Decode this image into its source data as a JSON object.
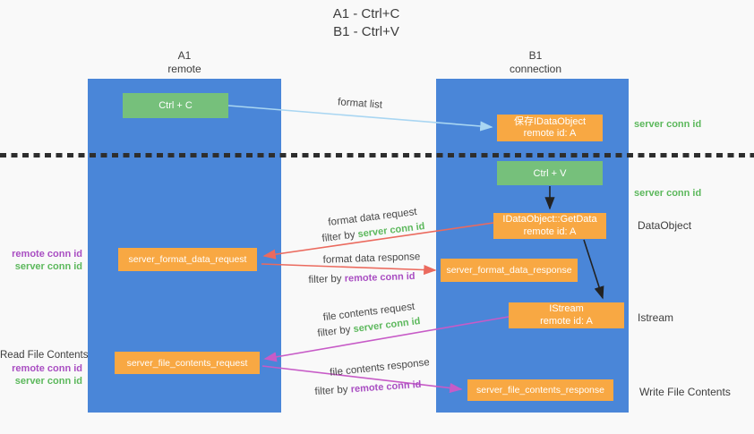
{
  "title": {
    "line1": "A1 - Ctrl+C",
    "line2": "B1 - Ctrl+V"
  },
  "headers": {
    "left_line1": "A1",
    "left_line2": "remote",
    "right_line1": "B1",
    "right_line2": "connection"
  },
  "nodes": {
    "ctrl_c": {
      "label": "Ctrl + C"
    },
    "ctrl_v": {
      "label": "Ctrl + V"
    },
    "save_dataobject": {
      "line1": "保存IDataObject",
      "line2": "remote id: A"
    },
    "getdata": {
      "line1": "IDataObject::GetData",
      "line2": "remote id: A"
    },
    "istream": {
      "line1": "IStream",
      "line2": "remote id: A"
    },
    "server_format_data_request": {
      "label": "server_format_data_request"
    },
    "server_format_data_response": {
      "label": "server_format_data_response"
    },
    "server_file_contents_request": {
      "label": "server_file_contents_request"
    },
    "server_file_contents_response": {
      "label": "server_file_contents_response"
    }
  },
  "flow_labels": {
    "format_list": "format list",
    "format_data_request": "format data request",
    "format_data_response": "format data response",
    "file_contents_request": "file contents request",
    "file_contents_response": "file contents response",
    "filter_by": "filter by",
    "server_conn_id": "server conn id",
    "remote_conn_id": "remote conn id"
  },
  "side_labels": {
    "left": {
      "remote_conn_id_1": "remote conn id",
      "server_conn_id_1": "server conn id",
      "read_file_contents": "Read File Contents",
      "remote_conn_id_2": "remote conn id",
      "server_conn_id_2": "server conn id"
    },
    "right": {
      "server_conn_id_1": "server conn id",
      "server_conn_id_2": "server conn id",
      "dataobject": "DataObject",
      "istream": "Istream",
      "write_file_contents": "Write File Contents"
    }
  },
  "colors": {
    "lifeline_blue": "#4a86d8",
    "green_box": "#76c07b",
    "orange_box": "#f8a843",
    "green_text": "#5cb85c",
    "purple_text": "#a94ec2",
    "red_arrow": "#eb6a5e",
    "pink_arrow": "#c75bc7",
    "light_blue_arrow": "#a9d6f2",
    "black_arrow": "#222222",
    "dark_text": "#3d3d3d",
    "background": "#f9f9f9"
  }
}
